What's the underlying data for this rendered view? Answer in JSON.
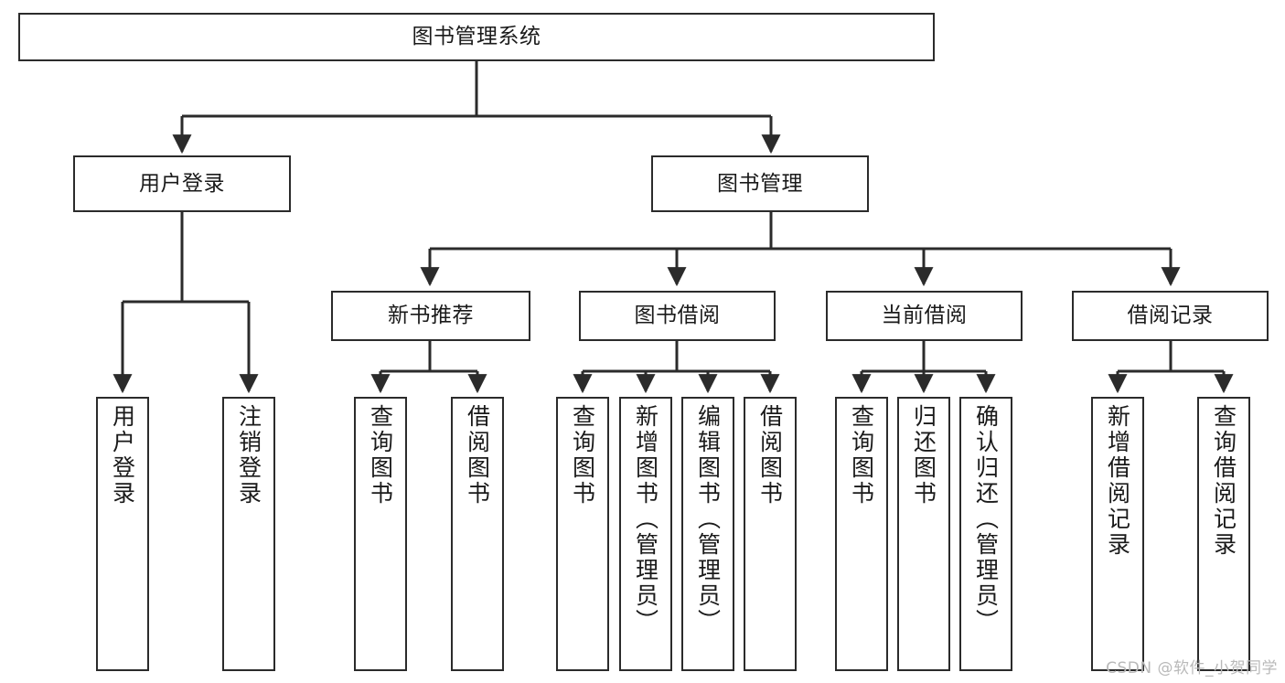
{
  "diagram": {
    "title": "图书管理系统",
    "type": "tree-hierarchy-chart",
    "watermark": "CSDN @软件_小贺同学",
    "colors": {
      "stroke": "#2b2b2b",
      "fill": "#ffffff",
      "text": "#1a1a1a",
      "watermark": "#b9b9b9"
    },
    "nodes": {
      "root": {
        "label": "图书管理系统",
        "level": 0,
        "orientation": "horizontal"
      },
      "l1": [
        {
          "id": "user-login",
          "label": "用户登录",
          "level": 1,
          "orientation": "horizontal"
        },
        {
          "id": "book-management",
          "label": "图书管理",
          "level": 1,
          "orientation": "horizontal"
        }
      ],
      "l2": [
        {
          "id": "new-book-recommend",
          "label": "新书推荐",
          "level": 2,
          "orientation": "horizontal"
        },
        {
          "id": "book-borrow",
          "label": "图书借阅",
          "level": 2,
          "orientation": "horizontal"
        },
        {
          "id": "current-borrow",
          "label": "当前借阅",
          "level": 2,
          "orientation": "horizontal"
        },
        {
          "id": "borrow-record",
          "label": "借阅记录",
          "level": 2,
          "orientation": "horizontal"
        }
      ],
      "leaves": [
        {
          "id": "leaf-user-login",
          "label": "用户登录",
          "parent": "user-login",
          "orientation": "vertical"
        },
        {
          "id": "leaf-user-logout",
          "label": "注销登录",
          "parent": "user-login",
          "orientation": "vertical"
        },
        {
          "id": "leaf-query-book-1",
          "label": "查询图书",
          "parent": "new-book-recommend",
          "orientation": "vertical"
        },
        {
          "id": "leaf-borrow-book-1",
          "label": "借阅图书",
          "parent": "new-book-recommend",
          "orientation": "vertical"
        },
        {
          "id": "leaf-query-book-2",
          "label": "查询图书",
          "parent": "book-borrow",
          "orientation": "vertical"
        },
        {
          "id": "leaf-add-book",
          "label": "新增图书（管理员）",
          "parent": "book-borrow",
          "orientation": "vertical"
        },
        {
          "id": "leaf-edit-book",
          "label": "编辑图书（管理员）",
          "parent": "book-borrow",
          "orientation": "vertical"
        },
        {
          "id": "leaf-borrow-book-2",
          "label": "借阅图书",
          "parent": "book-borrow",
          "orientation": "vertical"
        },
        {
          "id": "leaf-query-book-3",
          "label": "查询图书",
          "parent": "current-borrow",
          "orientation": "vertical"
        },
        {
          "id": "leaf-return-book",
          "label": "归还图书",
          "parent": "current-borrow",
          "orientation": "vertical"
        },
        {
          "id": "leaf-confirm-return",
          "label": "确认归还（管理员）",
          "parent": "current-borrow",
          "orientation": "vertical"
        },
        {
          "id": "leaf-add-record",
          "label": "新增借阅记录",
          "parent": "borrow-record",
          "orientation": "vertical"
        },
        {
          "id": "leaf-query-record",
          "label": "查询借阅记录",
          "parent": "borrow-record",
          "orientation": "vertical"
        }
      ]
    }
  }
}
